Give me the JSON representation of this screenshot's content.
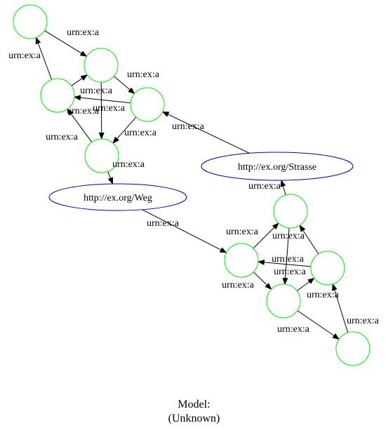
{
  "graph": {
    "caption_line1": "Model:",
    "caption_line2": "(Unknown)",
    "colors": {
      "blank_node_stroke": "#00ee00",
      "uri_node_stroke": "#0000cc",
      "edge": "#000000",
      "text": "#000000"
    },
    "nodes": [
      {
        "id": "b1",
        "kind": "blank",
        "label": ""
      },
      {
        "id": "b2",
        "kind": "blank",
        "label": ""
      },
      {
        "id": "b3",
        "kind": "blank",
        "label": ""
      },
      {
        "id": "b4",
        "kind": "blank",
        "label": ""
      },
      {
        "id": "b5",
        "kind": "blank",
        "label": ""
      },
      {
        "id": "weg",
        "kind": "uri",
        "label": "http://ex.org/Weg"
      },
      {
        "id": "strasse",
        "kind": "uri",
        "label": "http://ex.org/Strasse"
      },
      {
        "id": "c1",
        "kind": "blank",
        "label": ""
      },
      {
        "id": "c2",
        "kind": "blank",
        "label": ""
      },
      {
        "id": "c3",
        "kind": "blank",
        "label": ""
      },
      {
        "id": "c4",
        "kind": "blank",
        "label": ""
      },
      {
        "id": "c5",
        "kind": "blank",
        "label": ""
      }
    ],
    "edges": [
      {
        "from": "b1",
        "to": "b2",
        "label": "urn:ex:a"
      },
      {
        "from": "b3",
        "to": "b1",
        "label": "urn:ex:a"
      },
      {
        "from": "b3",
        "to": "b2",
        "label": "urn:ex:a"
      },
      {
        "from": "b2",
        "to": "b4",
        "label": "urn:ex:a"
      },
      {
        "from": "b2",
        "to": "b5",
        "label": "urn:ex:a"
      },
      {
        "from": "b4",
        "to": "b3",
        "label": "urn:ex:a"
      },
      {
        "from": "b4",
        "to": "b5",
        "label": "urn:ex:a"
      },
      {
        "from": "b5",
        "to": "b3",
        "label": "urn:ex:a"
      },
      {
        "from": "b5",
        "to": "weg",
        "label": "urn:ex:a"
      },
      {
        "from": "strasse",
        "to": "b4",
        "label": "urn:ex:a"
      },
      {
        "from": "weg",
        "to": "c2",
        "label": "urn:ex:a"
      },
      {
        "from": "c1",
        "to": "strasse",
        "label": "urn:ex:a"
      },
      {
        "from": "c2",
        "to": "c1",
        "label": "urn:ex:a"
      },
      {
        "from": "c2",
        "to": "c3",
        "label": "urn:ex:a"
      },
      {
        "from": "c1",
        "to": "c3",
        "label": "urn:ex:a"
      },
      {
        "from": "c4",
        "to": "c2",
        "label": "urn:ex:a"
      },
      {
        "from": "c4",
        "to": "c1",
        "label": "urn:ex:a"
      },
      {
        "from": "c3",
        "to": "c4",
        "label": "urn:ex:a"
      },
      {
        "from": "c3",
        "to": "c5",
        "label": "urn:ex:a"
      },
      {
        "from": "c5",
        "to": "c4",
        "label": "urn:ex:a"
      }
    ]
  }
}
